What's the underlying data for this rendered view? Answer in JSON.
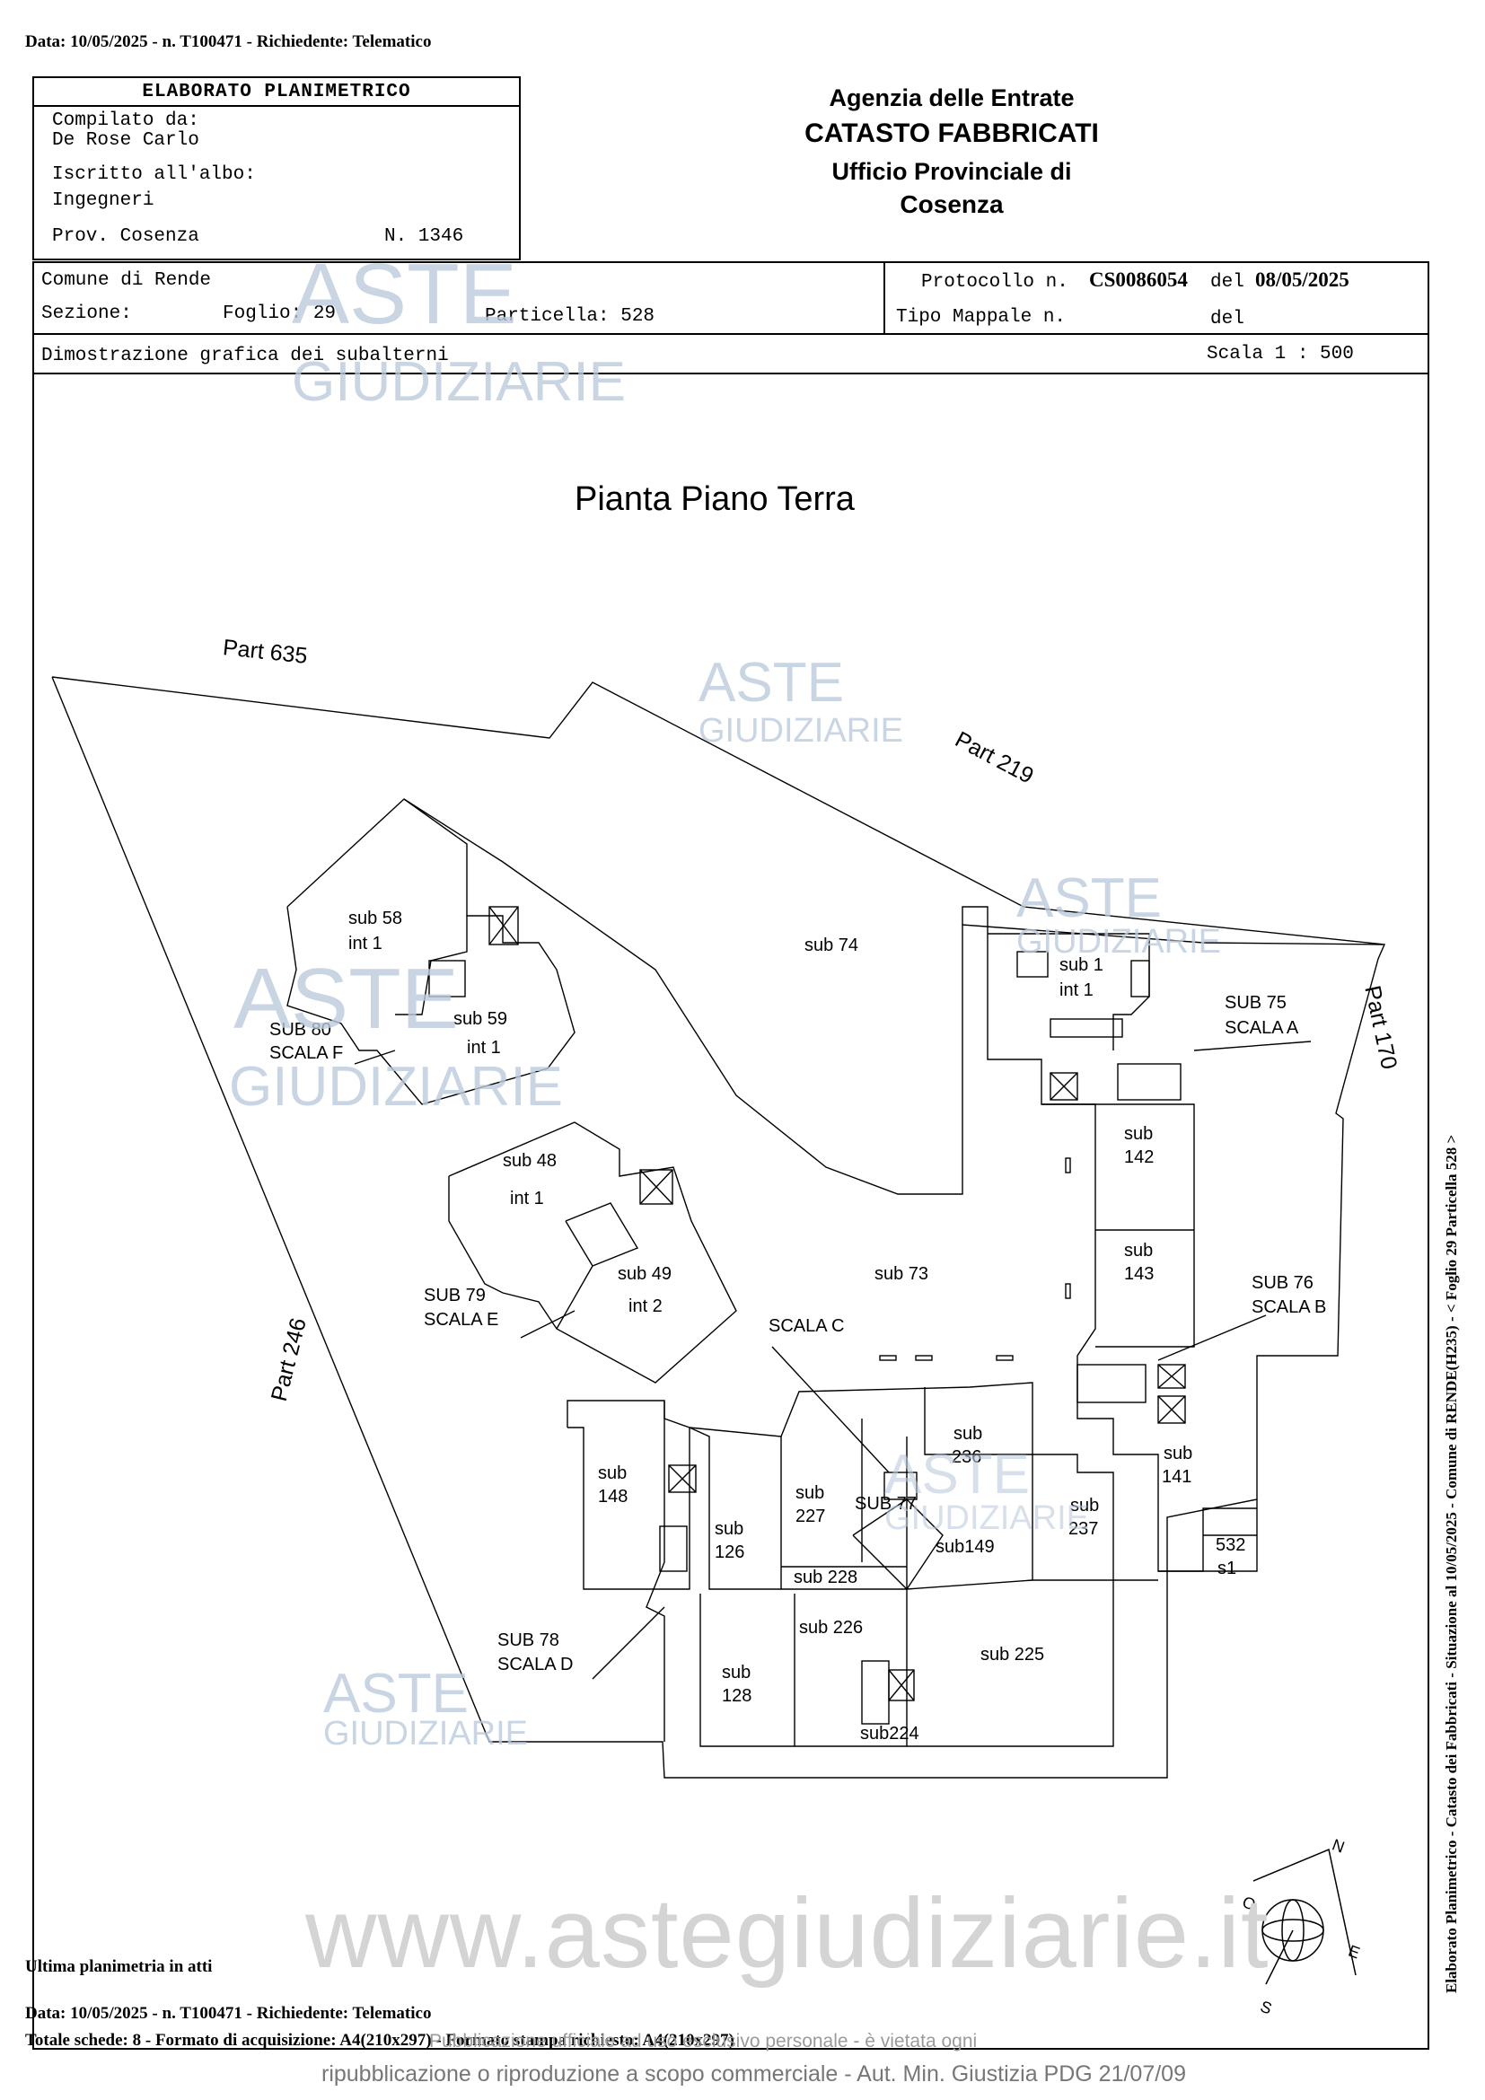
{
  "top_line": "Data: 10/05/2025 - n. T100471 - Richiedente: Telematico",
  "header": {
    "title": "ELABORATO PLANIMETRICO",
    "compiled_label": "Compilato da:",
    "compiled_name": "De Rose Carlo",
    "albo_label": "Iscritto all'albo:",
    "albo_value": "Ingegneri",
    "prov_label": "Prov. Cosenza",
    "number": "N. 1346"
  },
  "agency": {
    "line1": "Agenzia delle Entrate",
    "line2": "CATASTO FABBRICATI",
    "line3": "Ufficio Provinciale di",
    "line4": "Cosenza"
  },
  "info": {
    "comune": "Comune di Rende",
    "sezione": "Sezione:",
    "foglio": "Foglio: 29",
    "particella": "Particella: 528",
    "protocollo_label": "Protocollo n.",
    "protocollo_value": "CS0086054",
    "del_label": "del",
    "protocollo_date": "08/05/2025",
    "tipo_mappale": "Tipo Mappale n.",
    "del2": "del",
    "dimostrazione": "Dimostrazione grafica dei subalterni",
    "scala": "Scala 1 : 500"
  },
  "plan": {
    "title": "Pianta Piano Terra",
    "parcels": [
      "Part 635",
      "Part 219",
      "Part 170",
      "Part 246"
    ],
    "labels": [
      "sub 58",
      "int 1",
      "SUB 80",
      "SCALA F",
      "sub 59",
      "int 1",
      "sub 74",
      "sub 1",
      "int 1",
      "SUB 75",
      "SCALA A",
      "sub",
      "142",
      "sub",
      "143",
      "SUB 76",
      "SCALA B",
      "sub 48",
      "int 1",
      "sub 49",
      "int 2",
      "SUB 79",
      "SCALA E",
      "sub 73",
      "SCALA C",
      "sub",
      "148",
      "sub",
      "126",
      "sub",
      "227",
      "sub",
      "236",
      "SUB 77",
      "sub149",
      "sub",
      "237",
      "sub",
      "141",
      "532",
      "s1",
      "sub 228",
      "sub 226",
      "sub 225",
      "sub",
      "128",
      "sub224",
      "SUB 78",
      "SCALA D"
    ],
    "compass": [
      "N",
      "E",
      "S",
      "O"
    ]
  },
  "side_text": "Elaborato Planimetrico - Catasto dei Fabbricati - Situazione al 10/05/2025 - Comune di RENDE(H235) - < Foglio 29 Particella 528 >",
  "watermark": {
    "brand_top": "ASTE",
    "brand_bottom": "GIUDIZIARIE",
    "site": "www.astegiudiziarie.it"
  },
  "footer": {
    "ultima": "Ultima planimetria in atti",
    "data_line": "Data: 10/05/2025 - n. T100471 - Richiedente: Telematico",
    "totale": "Totale schede: 8 - Formato di acquisizione: A4(210x297) - Formato stampa richiesto: A4(210x297)",
    "overlay": "Pubblicazione ufficiale ad uso esclusivo personale - è vietata ogni",
    "notice": "ripubblicazione o riproduzione a scopo commerciale - Aut. Min. Giustizia PDG 21/07/09"
  }
}
